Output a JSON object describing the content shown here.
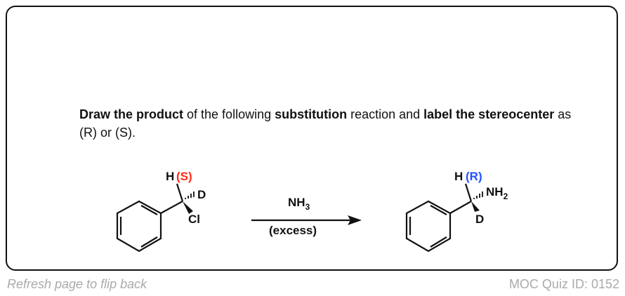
{
  "question": {
    "parts": [
      {
        "text": "Draw the product",
        "bold": true
      },
      {
        "text": " of the following ",
        "bold": false
      },
      {
        "text": "substitution",
        "bold": true
      },
      {
        "text": " reaction and ",
        "bold": false
      },
      {
        "text": "label the stereocenter",
        "bold": true
      },
      {
        "text": " as (R) or (S).",
        "bold": false
      }
    ]
  },
  "reactant": {
    "h": "H",
    "config": "(S)",
    "d": "D",
    "leaving": "Cl",
    "config_color": "#ff2a1a"
  },
  "reagent": {
    "name": "NH",
    "subscript": "3",
    "condition": "(excess)"
  },
  "product": {
    "h": "H",
    "config": "(R)",
    "n": "NH",
    "n_sub": "2",
    "d": "D",
    "config_color": "#2050ff"
  },
  "footer": {
    "left": "Refresh page to flip back",
    "right": "MOC Quiz ID: 0152"
  }
}
